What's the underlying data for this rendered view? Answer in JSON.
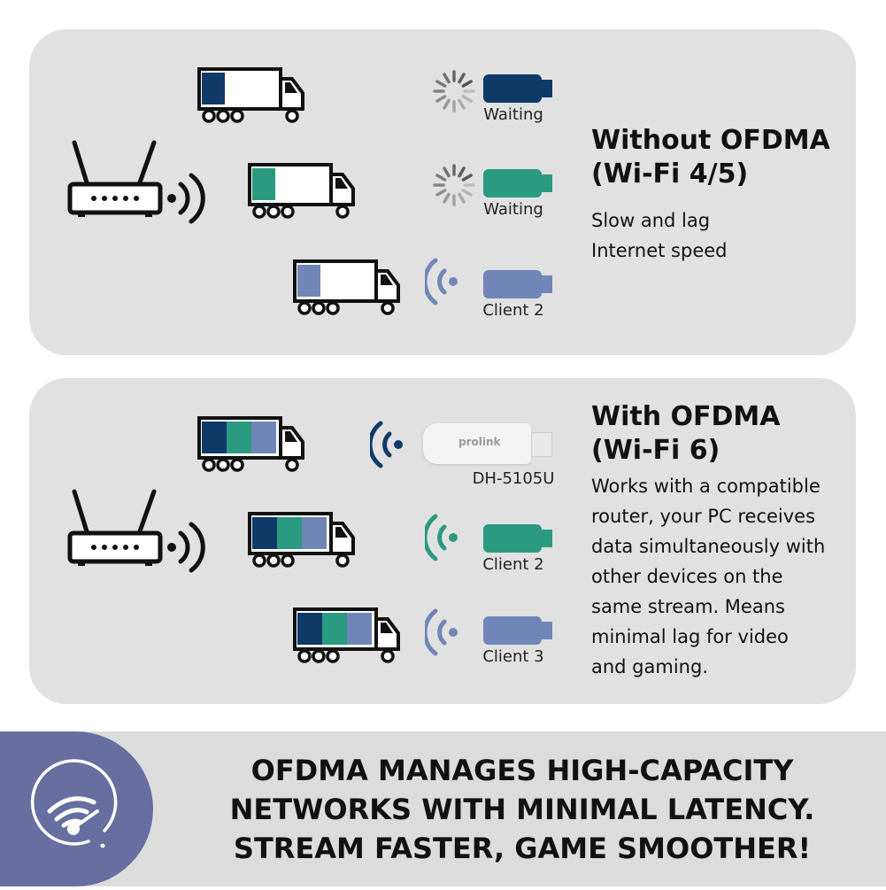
{
  "colors": {
    "navy": "#0f3a68",
    "teal": "#2a9a80",
    "blue": "#7086b8",
    "panel": "#e1e1e1",
    "banner_accent": "#676ea0"
  },
  "without": {
    "title_line1": "Without OFDMA",
    "title_line2": "(Wi-Fi 4/5)",
    "body": [
      "Slow and lag",
      "Internet speed"
    ],
    "trucks": [
      {
        "cargo": [
          "#0f3a68"
        ]
      },
      {
        "cargo": [
          "#2a9a80"
        ]
      },
      {
        "cargo": [
          "#7086b8"
        ]
      }
    ],
    "clients": [
      {
        "status": "Waiting",
        "color": "#0f3a68",
        "icon": "loading-spinner-icon"
      },
      {
        "status": "Waiting",
        "color": "#2a9a80",
        "icon": "loading-spinner-icon"
      },
      {
        "status": "Client 2",
        "color": "#7086b8",
        "icon": "wifi-signal-icon"
      }
    ]
  },
  "with": {
    "title_line1": "With OFDMA",
    "title_line2": "(Wi-Fi 6)",
    "body": [
      "Works with a compatible",
      "router, your PC receives",
      "data simultaneously with",
      "other devices on the",
      "same stream. Means",
      "minimal lag for video",
      "and gaming."
    ],
    "trucks": [
      {
        "cargo": [
          "#0f3a68",
          "#2a9a80",
          "#7086b8"
        ]
      },
      {
        "cargo": [
          "#0f3a68",
          "#2a9a80",
          "#7086b8"
        ]
      },
      {
        "cargo": [
          "#0f3a68",
          "#2a9a80",
          "#7086b8"
        ]
      }
    ],
    "product": {
      "brand": "prolink",
      "model": "DH-5105U"
    },
    "clients": [
      {
        "status": "Client 2",
        "color": "#2a9a80"
      },
      {
        "status": "Client 3",
        "color": "#7086b8"
      }
    ]
  },
  "banner": {
    "lines": [
      "OFDMA MANAGES HIGH-CAPACITY",
      "NETWORKS WITH MINIMAL LATENCY.",
      "STREAM FASTER, GAME SMOOTHER!"
    ]
  }
}
